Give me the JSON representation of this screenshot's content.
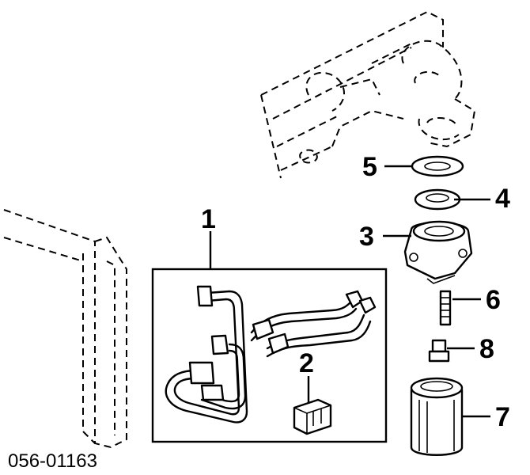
{
  "callouts": {
    "c1": "1",
    "c2": "2",
    "c3": "3",
    "c4": "4",
    "c5": "5",
    "c6": "6",
    "c7": "7",
    "c8": "8"
  },
  "diagram_code": "056-01163"
}
